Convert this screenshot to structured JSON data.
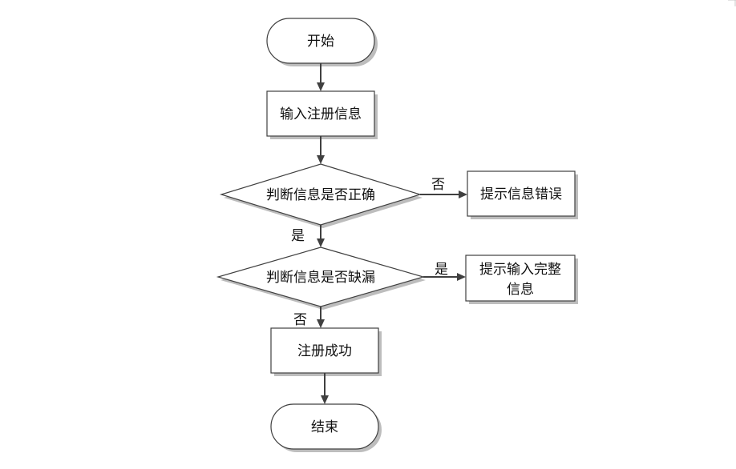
{
  "diagram": {
    "nodes": {
      "start": "开始",
      "input": "输入注册信息",
      "check_correct": "判断信息是否正确",
      "error_prompt": "提示信息错误",
      "check_missing": "判断信息是否缺漏",
      "complete_prompt_line1": "提示输入完整",
      "complete_prompt_line2": "信息",
      "success": "注册成功",
      "end": "结束"
    },
    "edge_labels": {
      "correct_no": "否",
      "correct_yes": "是",
      "missing_yes": "是",
      "missing_no": "否"
    }
  }
}
